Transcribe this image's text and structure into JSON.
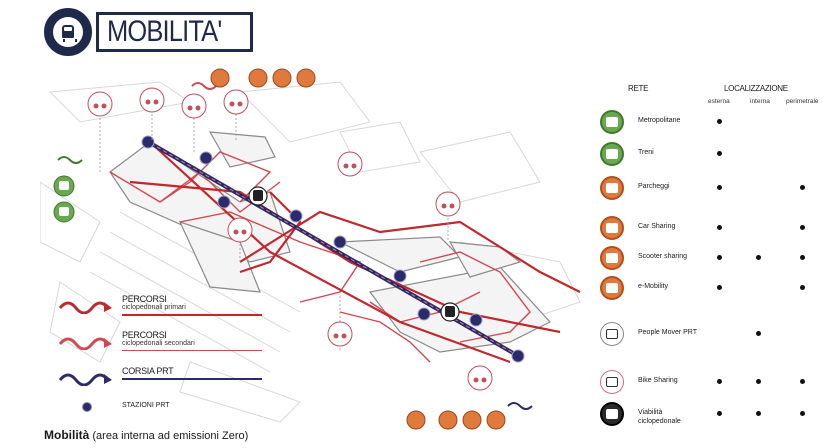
{
  "header": {
    "title": "MOBILITA'"
  },
  "legend": {
    "primary_title": "PERCORSI",
    "primary_sub": "ciclopedonali primari",
    "secondary_title": "PERCORSI",
    "secondary_sub": "ciclopedonali secondari",
    "prt_title": "CORSIA PRT",
    "stations": "STAZIONI PRT"
  },
  "caption": {
    "bold": "Mobilità",
    "rest": " (area interna ad emissioni Zero)"
  },
  "table": {
    "col_rete": "RETE",
    "col_loc": "LOCALIZZAZIONE",
    "sub_esterna": "esterna",
    "sub_interna": "interna",
    "sub_perimetrale": "perimetrale",
    "rows": [
      {
        "label": "Metropolitane",
        "icon": "metro-icon",
        "esterna": true,
        "interna": false,
        "perimetrale": false
      },
      {
        "label": "Treni",
        "icon": "train-icon",
        "esterna": true,
        "interna": false,
        "perimetrale": false
      },
      {
        "label": "Parcheggi",
        "icon": "parking-icon",
        "esterna": true,
        "interna": false,
        "perimetrale": true
      },
      {
        "label": "Car Sharing",
        "icon": "car-sharing-icon",
        "esterna": true,
        "interna": false,
        "perimetrale": true
      },
      {
        "label": "Scooter sharing",
        "icon": "scooter-icon",
        "esterna": true,
        "interna": true,
        "perimetrale": true
      },
      {
        "label": "e-Mobility",
        "icon": "e-mobility-icon",
        "esterna": true,
        "interna": false,
        "perimetrale": true
      },
      {
        "label": "People Mover PRT",
        "icon": "people-mover-icon",
        "esterna": false,
        "interna": true,
        "perimetrale": false
      },
      {
        "label": "Bike Sharing",
        "icon": "bike-sharing-icon",
        "esterna": true,
        "interna": true,
        "perimetrale": true
      },
      {
        "label": "Viabilità ciclopedonale",
        "icon": "pedestrian-bike-icon",
        "esterna": true,
        "interna": true,
        "perimetrale": true
      }
    ]
  },
  "colors": {
    "primary_route": "#c0282d",
    "secondary_route": "#d04850",
    "prt": "#2b2b6a",
    "brand": "#1f2a4a",
    "green": "#6aa84f",
    "orange": "#e07a3c"
  }
}
